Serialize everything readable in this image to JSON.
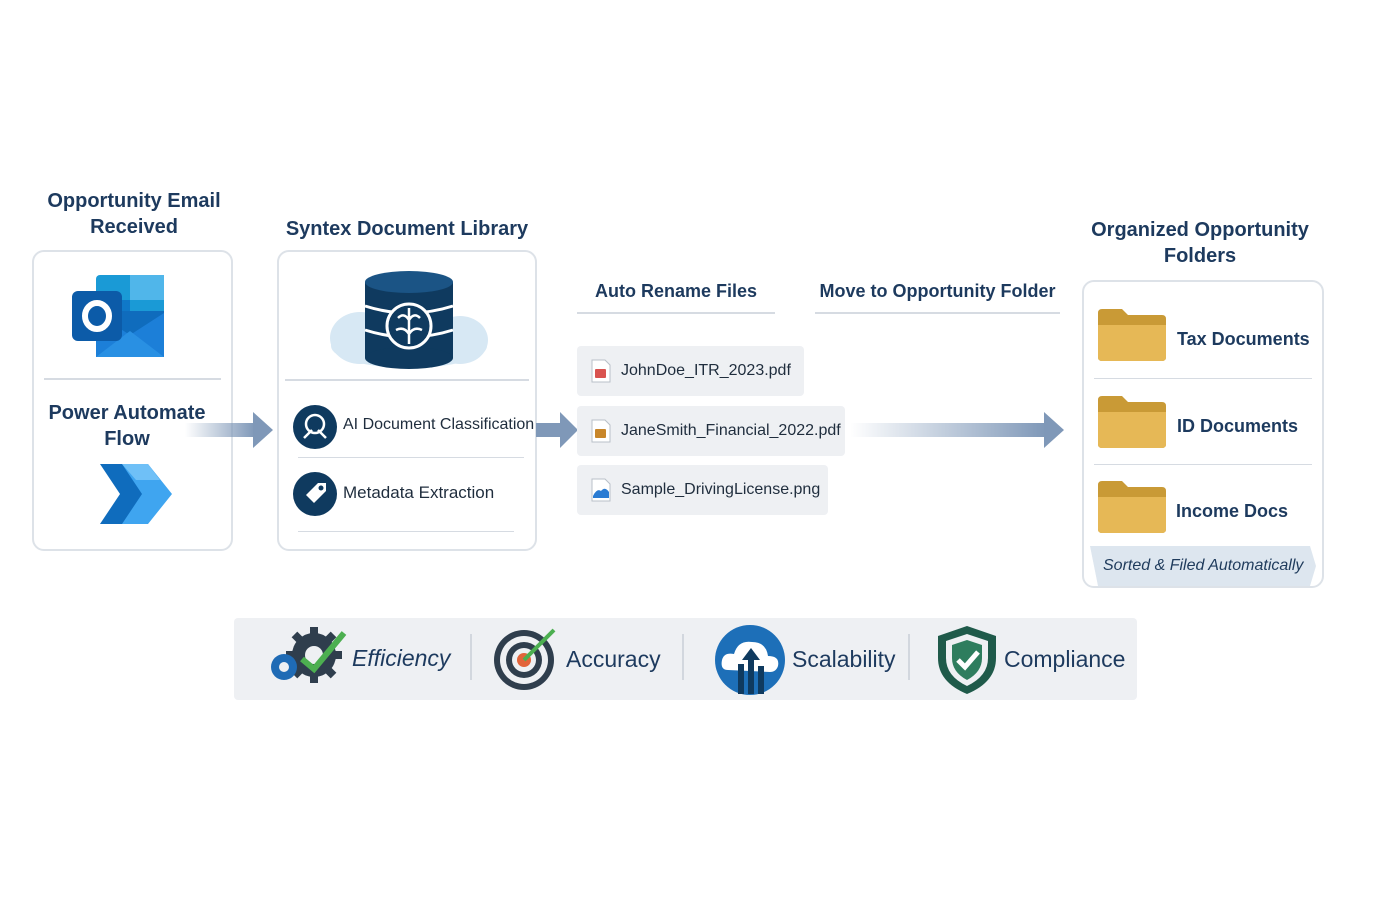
{
  "email": {
    "title_line1": "Opportunity Email",
    "title_line2": "Received",
    "flow_line1": "Power Automate",
    "flow_line2": "Flow"
  },
  "library": {
    "title": "Syntex Document Library",
    "items": [
      {
        "label": "AI Document Classification",
        "icon": "ai-brain-icon"
      },
      {
        "label": "Metadata Extraction",
        "icon": "tag-icon"
      }
    ]
  },
  "steps": {
    "rename": "Auto Rename Files",
    "move": "Move to Opportunity Folder"
  },
  "files": [
    {
      "name": "JohnDoe_ITR_2023.pdf",
      "icon": "pdf-icon",
      "color": "#d9534f"
    },
    {
      "name": "JaneSmith_Financial_2022.pdf",
      "icon": "pdf-icon",
      "color": "#c8862a"
    },
    {
      "name": "Sample_DrivingLicense.png",
      "icon": "image-icon",
      "color": "#2b7cd3"
    }
  ],
  "folders": {
    "title_line1": "Organized Opportunity",
    "title_line2": "Folders",
    "items": [
      "Tax Documents",
      "ID Documents",
      "Income Docs"
    ],
    "banner": "Sorted & Filed Automatically"
  },
  "benefits": [
    {
      "label": "Efficiency",
      "icon": "gears-icon"
    },
    {
      "label": "Accuracy",
      "icon": "target-icon"
    },
    {
      "label": "Scalability",
      "icon": "cloud-upload-icon"
    },
    {
      "label": "Compliance",
      "icon": "shield-check-icon"
    }
  ],
  "colors": {
    "heading": "#1d3a5e",
    "outlook_blue": "#0f6cbd",
    "folder_gold": "#e0b14a",
    "arrow": "#7f98b8",
    "panel_bg": "#eef0f3"
  }
}
